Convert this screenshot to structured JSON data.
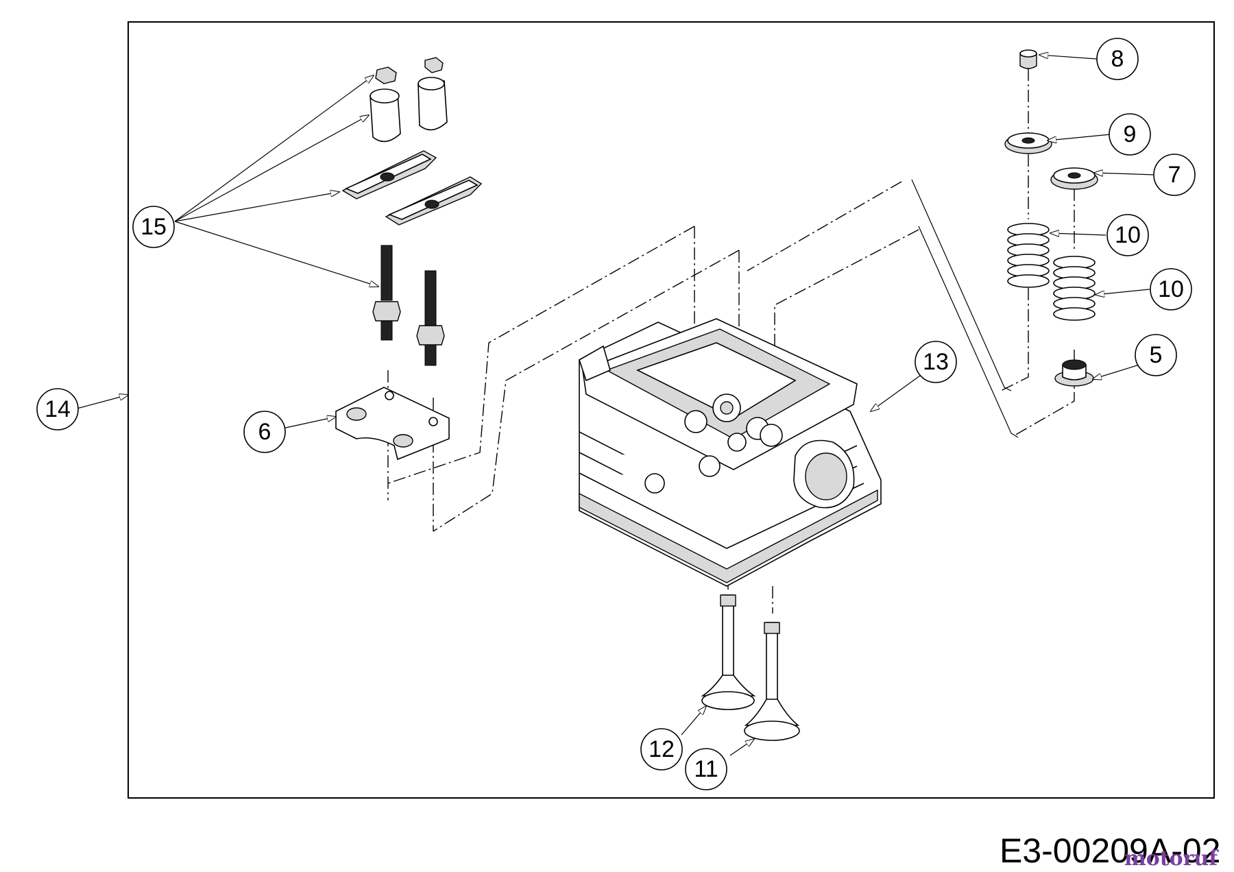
{
  "drawing_number": "E3-00209A-02",
  "watermark": "motoruf",
  "callouts": [
    {
      "id": "c8",
      "label": "8"
    },
    {
      "id": "c9",
      "label": "9"
    },
    {
      "id": "c7",
      "label": "7"
    },
    {
      "id": "c10a",
      "label": "10"
    },
    {
      "id": "c10b",
      "label": "10"
    },
    {
      "id": "c5",
      "label": "5"
    },
    {
      "id": "c13",
      "label": "13"
    },
    {
      "id": "c15",
      "label": "15"
    },
    {
      "id": "c14",
      "label": "14"
    },
    {
      "id": "c6",
      "label": "6"
    },
    {
      "id": "c12",
      "label": "12"
    },
    {
      "id": "c11",
      "label": "11"
    }
  ]
}
